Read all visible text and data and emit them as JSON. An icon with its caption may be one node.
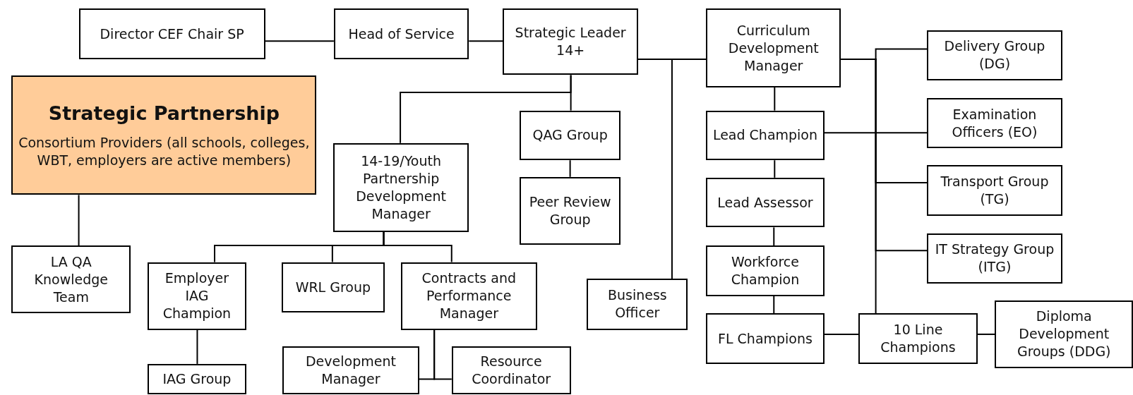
{
  "diagram": {
    "nodes": [
      {
        "text": [
          "Director CEF Chair SP"
        ]
      },
      {
        "text": [
          "Head of Service"
        ]
      },
      {
        "text": [
          "Strategic Leader 14+"
        ]
      },
      {
        "text": [
          "Curriculum Development Manager"
        ]
      },
      {
        "text": [
          "Delivery Group (DG)"
        ]
      },
      {
        "text": [
          "Strategic Partnership",
          "Consortium Providers (all schools, colleges, WBT, employers are active members)"
        ]
      },
      {
        "text": [
          "QAG Group"
        ]
      },
      {
        "text": [
          "Lead Champion"
        ]
      },
      {
        "text": [
          "Examination Officers (EO)"
        ]
      },
      {
        "text": [
          "14-19/Youth Partnership Development Manager"
        ]
      },
      {
        "text": [
          "Peer Review Group"
        ]
      },
      {
        "text": [
          "Lead Assessor"
        ]
      },
      {
        "text": [
          "Transport Group (TG)"
        ]
      },
      {
        "text": [
          "IT Strategy Group (ITG)"
        ]
      },
      {
        "text": [
          "LA QA Knowledge Team"
        ]
      },
      {
        "text": [
          "Workforce Champion"
        ]
      },
      {
        "text": [
          "Employer IAG Champion"
        ]
      },
      {
        "text": [
          "WRL Group"
        ]
      },
      {
        "text": [
          "Contracts and Performance Manager"
        ]
      },
      {
        "text": [
          "Business Officer"
        ]
      },
      {
        "text": [
          "FL Champions"
        ]
      },
      {
        "text": [
          "10 Line Champions"
        ]
      },
      {
        "text": [
          "Diploma Development Groups (DDG)"
        ]
      },
      {
        "text": [
          "IAG Group"
        ]
      },
      {
        "text": [
          "Development Manager"
        ]
      },
      {
        "text": [
          "Resource Coordinator"
        ]
      }
    ],
    "edges": [
      {
        "from": 0,
        "to": 1,
        "arrow": "none"
      },
      {
        "from": 1,
        "to": 2,
        "arrow": "none"
      },
      {
        "from": 2,
        "to": 3,
        "arrow": "none"
      },
      {
        "from": 2,
        "to": 19,
        "arrow": "none"
      },
      {
        "from": 2,
        "to": 6,
        "arrow": "none"
      },
      {
        "from": 2,
        "to": 9,
        "arrow": "none"
      },
      {
        "from": 6,
        "to": 10,
        "arrow": "none"
      },
      {
        "from": 3,
        "to": 7,
        "arrow": "none"
      },
      {
        "from": 3,
        "to": 4,
        "arrow": "none"
      },
      {
        "from": 7,
        "to": 8,
        "arrow": "none"
      },
      {
        "from": 3,
        "to": 12,
        "arrow": "none"
      },
      {
        "from": 3,
        "to": 13,
        "arrow": "none"
      },
      {
        "from": 3,
        "to": 21,
        "arrow": "none"
      },
      {
        "from": 7,
        "to": 11,
        "arrow": "none"
      },
      {
        "from": 11,
        "to": 15,
        "arrow": "none"
      },
      {
        "from": 15,
        "to": 20,
        "arrow": "none"
      },
      {
        "from": 20,
        "to": 21,
        "arrow": "none"
      },
      {
        "from": 21,
        "to": 22,
        "arrow": "none"
      },
      {
        "from": 5,
        "to": 14,
        "arrow": "none"
      },
      {
        "from": 9,
        "to": 16,
        "arrow": "none"
      },
      {
        "from": 9,
        "to": 17,
        "arrow": "none"
      },
      {
        "from": 9,
        "to": 18,
        "arrow": "none"
      },
      {
        "from": 16,
        "to": 23,
        "arrow": "none"
      },
      {
        "from": 18,
        "to": 24,
        "arrow": "none"
      },
      {
        "from": 18,
        "to": 25,
        "arrow": "none"
      }
    ]
  }
}
